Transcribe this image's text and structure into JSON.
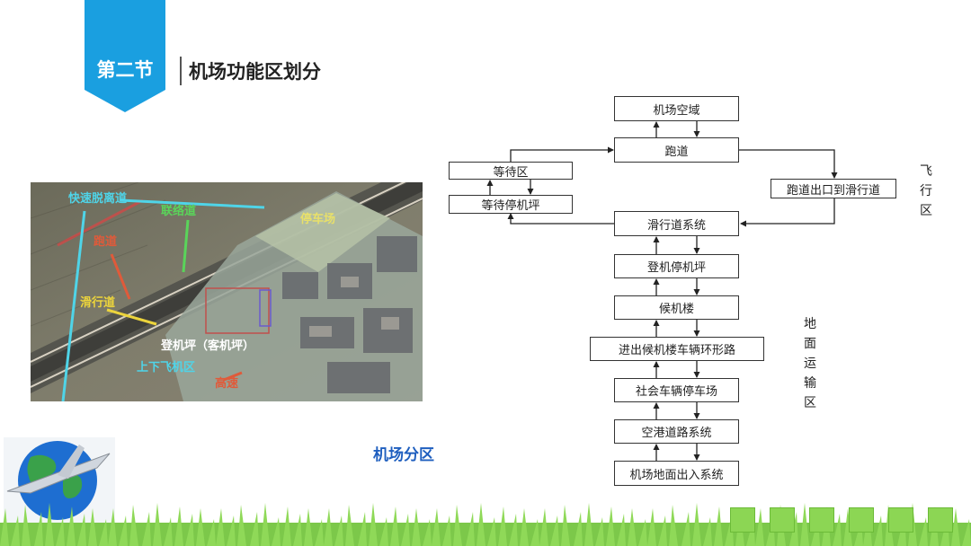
{
  "header": {
    "section_label": "第二节",
    "title": "机场功能区划分",
    "accent_color": "#1a9fe0"
  },
  "photo": {
    "caption": "机场分区",
    "labels": {
      "kuaisu": "快速脱离道",
      "lianluo": "联络道",
      "paodao": "跑道",
      "huaxing": "滑行道",
      "dengjiping": "登机坪（客机坪）",
      "shangxia": "上下飞机区",
      "gaoshu": "高速",
      "tingchechang": "停车场"
    }
  },
  "flow": {
    "boxes": {
      "jichang_kongyu": "机场空域",
      "paodao": "跑道",
      "dengdaiqu": "等待区",
      "dengdai_tingjiping": "等待停机坪",
      "paodao_chukou": "跑道出口到滑行道",
      "huaxingdao_xitong": "滑行道系统",
      "dengji_tingjiping": "登机停机坪",
      "houjilou": "候机楼",
      "jinchu_huanxinglu": "进出候机楼车辆环形路",
      "shehui_tingchechang": "社会车辆停车场",
      "konggang_daolu": "空港道路系统",
      "dimian_churu": "机场地面出入系统"
    },
    "zones": {
      "feixing": "飞行区",
      "dimian_yunshu": "地面运输区"
    }
  }
}
